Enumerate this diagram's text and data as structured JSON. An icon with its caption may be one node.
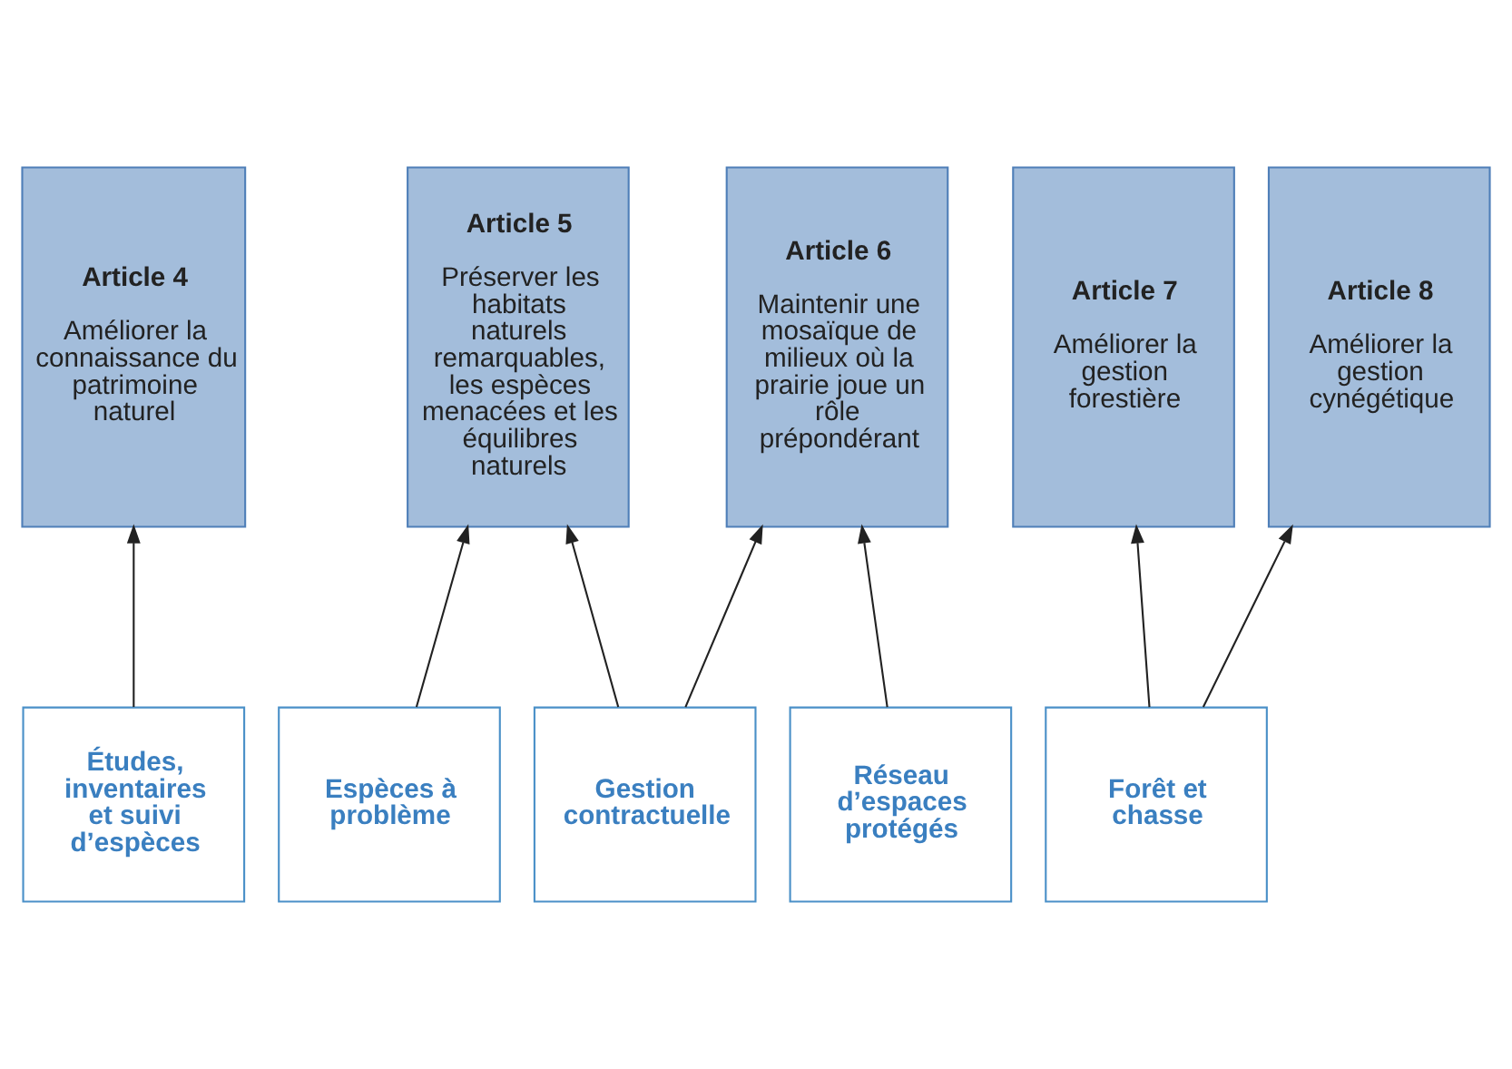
{
  "diagram": {
    "nodes": [
      {
        "text": [
          "Article 4",
          "Améliorer la connaissance du patrimoine naturel"
        ]
      },
      {
        "text": [
          "Article 5",
          "Préserver les habitats naturels remarquables, les espèces menacées et les équilibres naturels"
        ]
      },
      {
        "text": [
          "Article 6",
          "Maintenir une mosaïque de milieux où la prairie joue un rôle prépondérant"
        ]
      },
      {
        "text": [
          "Article 7",
          "Améliorer la gestion forestière"
        ]
      },
      {
        "text": [
          "Article 8",
          "Améliorer la gestion cynégétique"
        ]
      },
      {
        "text": [
          "Études, inventaires et suivi d’espèces"
        ]
      },
      {
        "text": [
          "Gestion contractuelle"
        ]
      },
      {
        "text": [
          "Espèces à problème"
        ]
      },
      {
        "text": [
          "Réseau d’espaces protégés"
        ]
      },
      {
        "text": [
          "Forêt et chasse"
        ]
      }
    ],
    "edges": [
      {
        "from": 5,
        "to": 0,
        "arrow": "to"
      },
      {
        "from": 6,
        "to": 1,
        "arrow": "to"
      },
      {
        "from": 6,
        "to": 2,
        "arrow": "to"
      },
      {
        "from": 7,
        "to": 1,
        "arrow": "to"
      },
      {
        "from": 8,
        "to": 2,
        "arrow": "to"
      },
      {
        "from": 9,
        "to": 3,
        "arrow": "to"
      },
      {
        "from": 9,
        "to": 4,
        "arrow": "to"
      }
    ]
  }
}
